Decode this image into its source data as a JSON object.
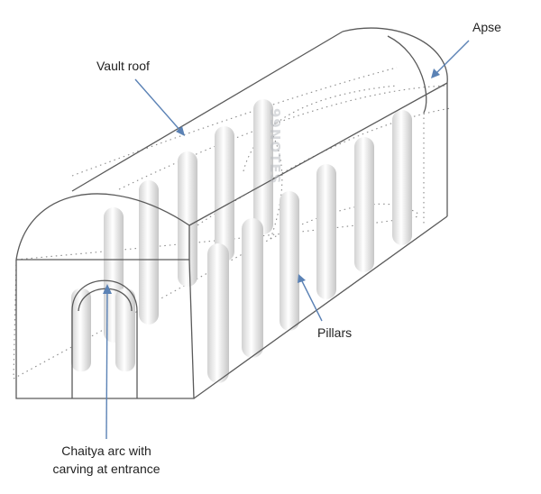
{
  "labels": {
    "vault_roof": "Vault roof",
    "apse": "Apse",
    "pillars": "Pillars",
    "chaitya_line1": "Chaitya arc with",
    "chaitya_line2": "carving at entrance"
  },
  "watermark": "99NOTES",
  "colors": {
    "outline": "#5a5a5a",
    "arrow": "#5b82b5",
    "pillar_light": "#ffffff",
    "pillar_dark": "#c8c8c8"
  },
  "icons": [
    "arrow-pointer-icon"
  ]
}
